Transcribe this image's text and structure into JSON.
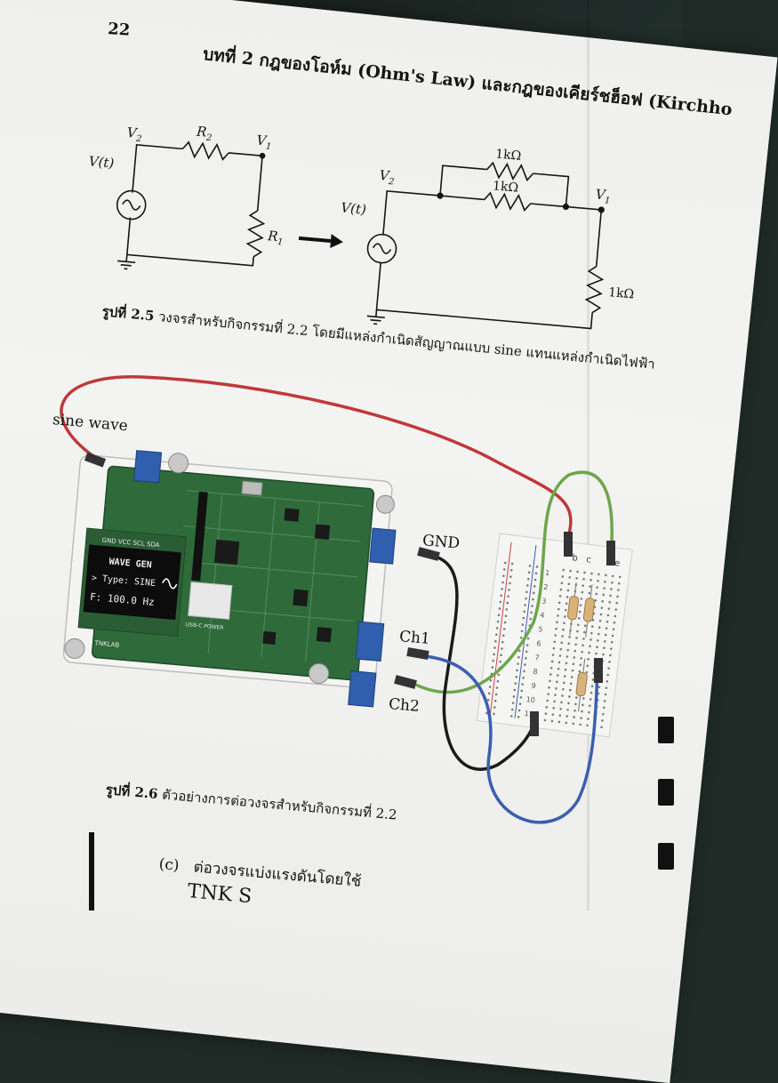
{
  "page_number": "22",
  "chapter_header": "บทที่ 2 กฎของโอห์ม (Ohm's Law) และกฎของเคียร์ชฮ็อฟ (Kirchho",
  "figure_2_5": {
    "caption_label": "รูปที่ 2.5",
    "caption_text": "วงจรสำหรับกิจกรรมที่ 2.2 โดยมีแหล่งกำเนิดสัญญาณแบบ sine แทนแหล่งกำเนิดไฟฟ้า",
    "left_circuit": {
      "source": "V(t)",
      "node_top_left": "V",
      "node_top_left_sub": "2",
      "resistor_top": "R",
      "resistor_top_sub": "2",
      "node_top_right": "V",
      "node_top_right_sub": "1",
      "resistor_right": "R",
      "resistor_right_sub": "1"
    },
    "right_circuit": {
      "source": "V(t)",
      "node_left": "V",
      "node_left_sub": "2",
      "node_right": "V",
      "node_right_sub": "1",
      "r_upper": "1kΩ",
      "r_middle": "1kΩ",
      "r_right": "1kΩ"
    }
  },
  "figure_2_6": {
    "caption_label": "รูปที่ 2.6",
    "caption_text": "ตัวอย่างการต่อวงจรสำหรับกิจกรรมที่ 2.2",
    "labels": {
      "sine": "sine wave",
      "gnd": "GND",
      "ch1": "Ch1",
      "ch2": "Ch2"
    },
    "board": {
      "oled_title": "WAVE GEN",
      "oled_type": "> Type: SINE",
      "oled_freq": "F: 100.0 Hz",
      "header_pins": "GND VCC SCL SDA",
      "board_name": "TNKLAB",
      "usb_label": "USB-C POWER"
    },
    "breadboard_cols": [
      "b",
      "c",
      "e"
    ],
    "breadboard_rows": [
      "1",
      "2",
      "3",
      "4",
      "5",
      "6",
      "7",
      "8",
      "9",
      "10",
      "11"
    ]
  },
  "item_c": {
    "marker": "(c)",
    "text": "ต่อวงจรแบ่งแรงดันโดยใช้",
    "cut_text": "TNK S"
  },
  "colors": {
    "pcb": "#2f6b3a",
    "terminal": "#2f5fae",
    "wire_red": "#c0383a",
    "wire_green": "#6da64a",
    "wire_blue": "#3a5fb0",
    "wire_black": "#1a1a1a"
  }
}
